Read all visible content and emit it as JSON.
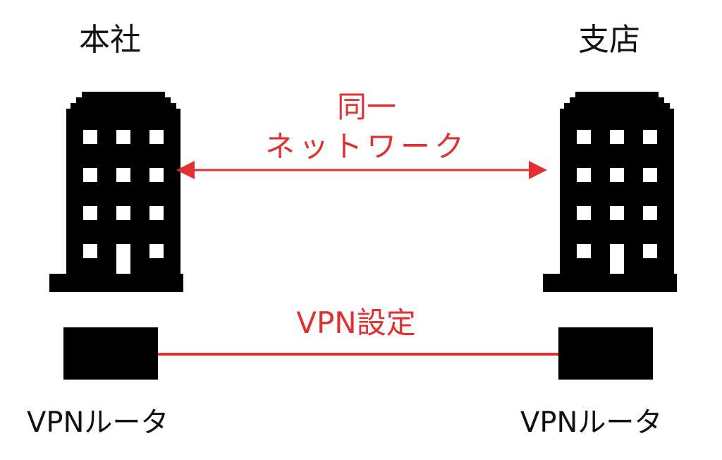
{
  "headquarters": {
    "label": "本社"
  },
  "branch": {
    "label": "支店"
  },
  "network_link": {
    "line1": "同一",
    "line2": "ネットワーク",
    "color": "#e03030"
  },
  "vpn_link": {
    "label": "VPN設定",
    "color": "#e03030"
  },
  "routers": {
    "left_label": "VPNルータ",
    "right_label": "VPNルータ"
  },
  "icons": {
    "building": "building-icon",
    "router": "router-icon"
  }
}
